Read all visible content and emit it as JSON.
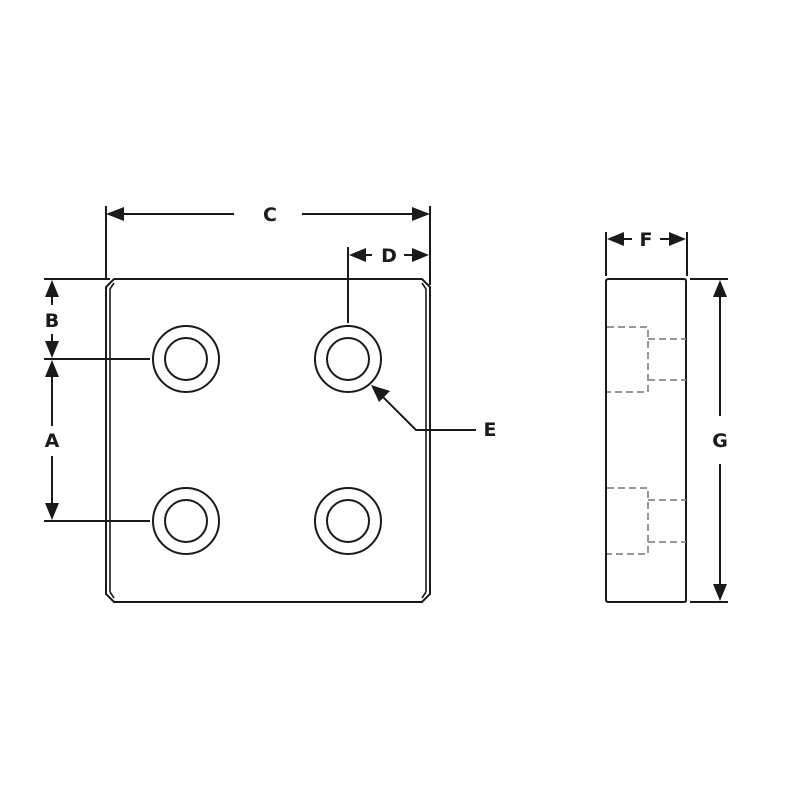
{
  "diagram": {
    "type": "technical-drawing",
    "subject": "square mounting plate with four counterbored holes",
    "views": [
      {
        "name": "front-view",
        "holes": 4
      },
      {
        "name": "side-view",
        "hidden_counterbores": 2
      }
    ],
    "colors": {
      "line": "#1a1a1a",
      "hidden_line": "#8a8a8a",
      "background": "#ffffff"
    }
  },
  "dimensions": {
    "A": {
      "label": "A",
      "description": "vertical hole spacing"
    },
    "B": {
      "label": "B",
      "description": "top edge to hole center"
    },
    "C": {
      "label": "C",
      "description": "overall plate width"
    },
    "D": {
      "label": "D",
      "description": "right edge to hole center"
    },
    "E": {
      "label": "E",
      "description": "counterbore hole callout"
    },
    "F": {
      "label": "F",
      "description": "plate thickness"
    },
    "G": {
      "label": "G",
      "description": "overall plate height"
    }
  }
}
